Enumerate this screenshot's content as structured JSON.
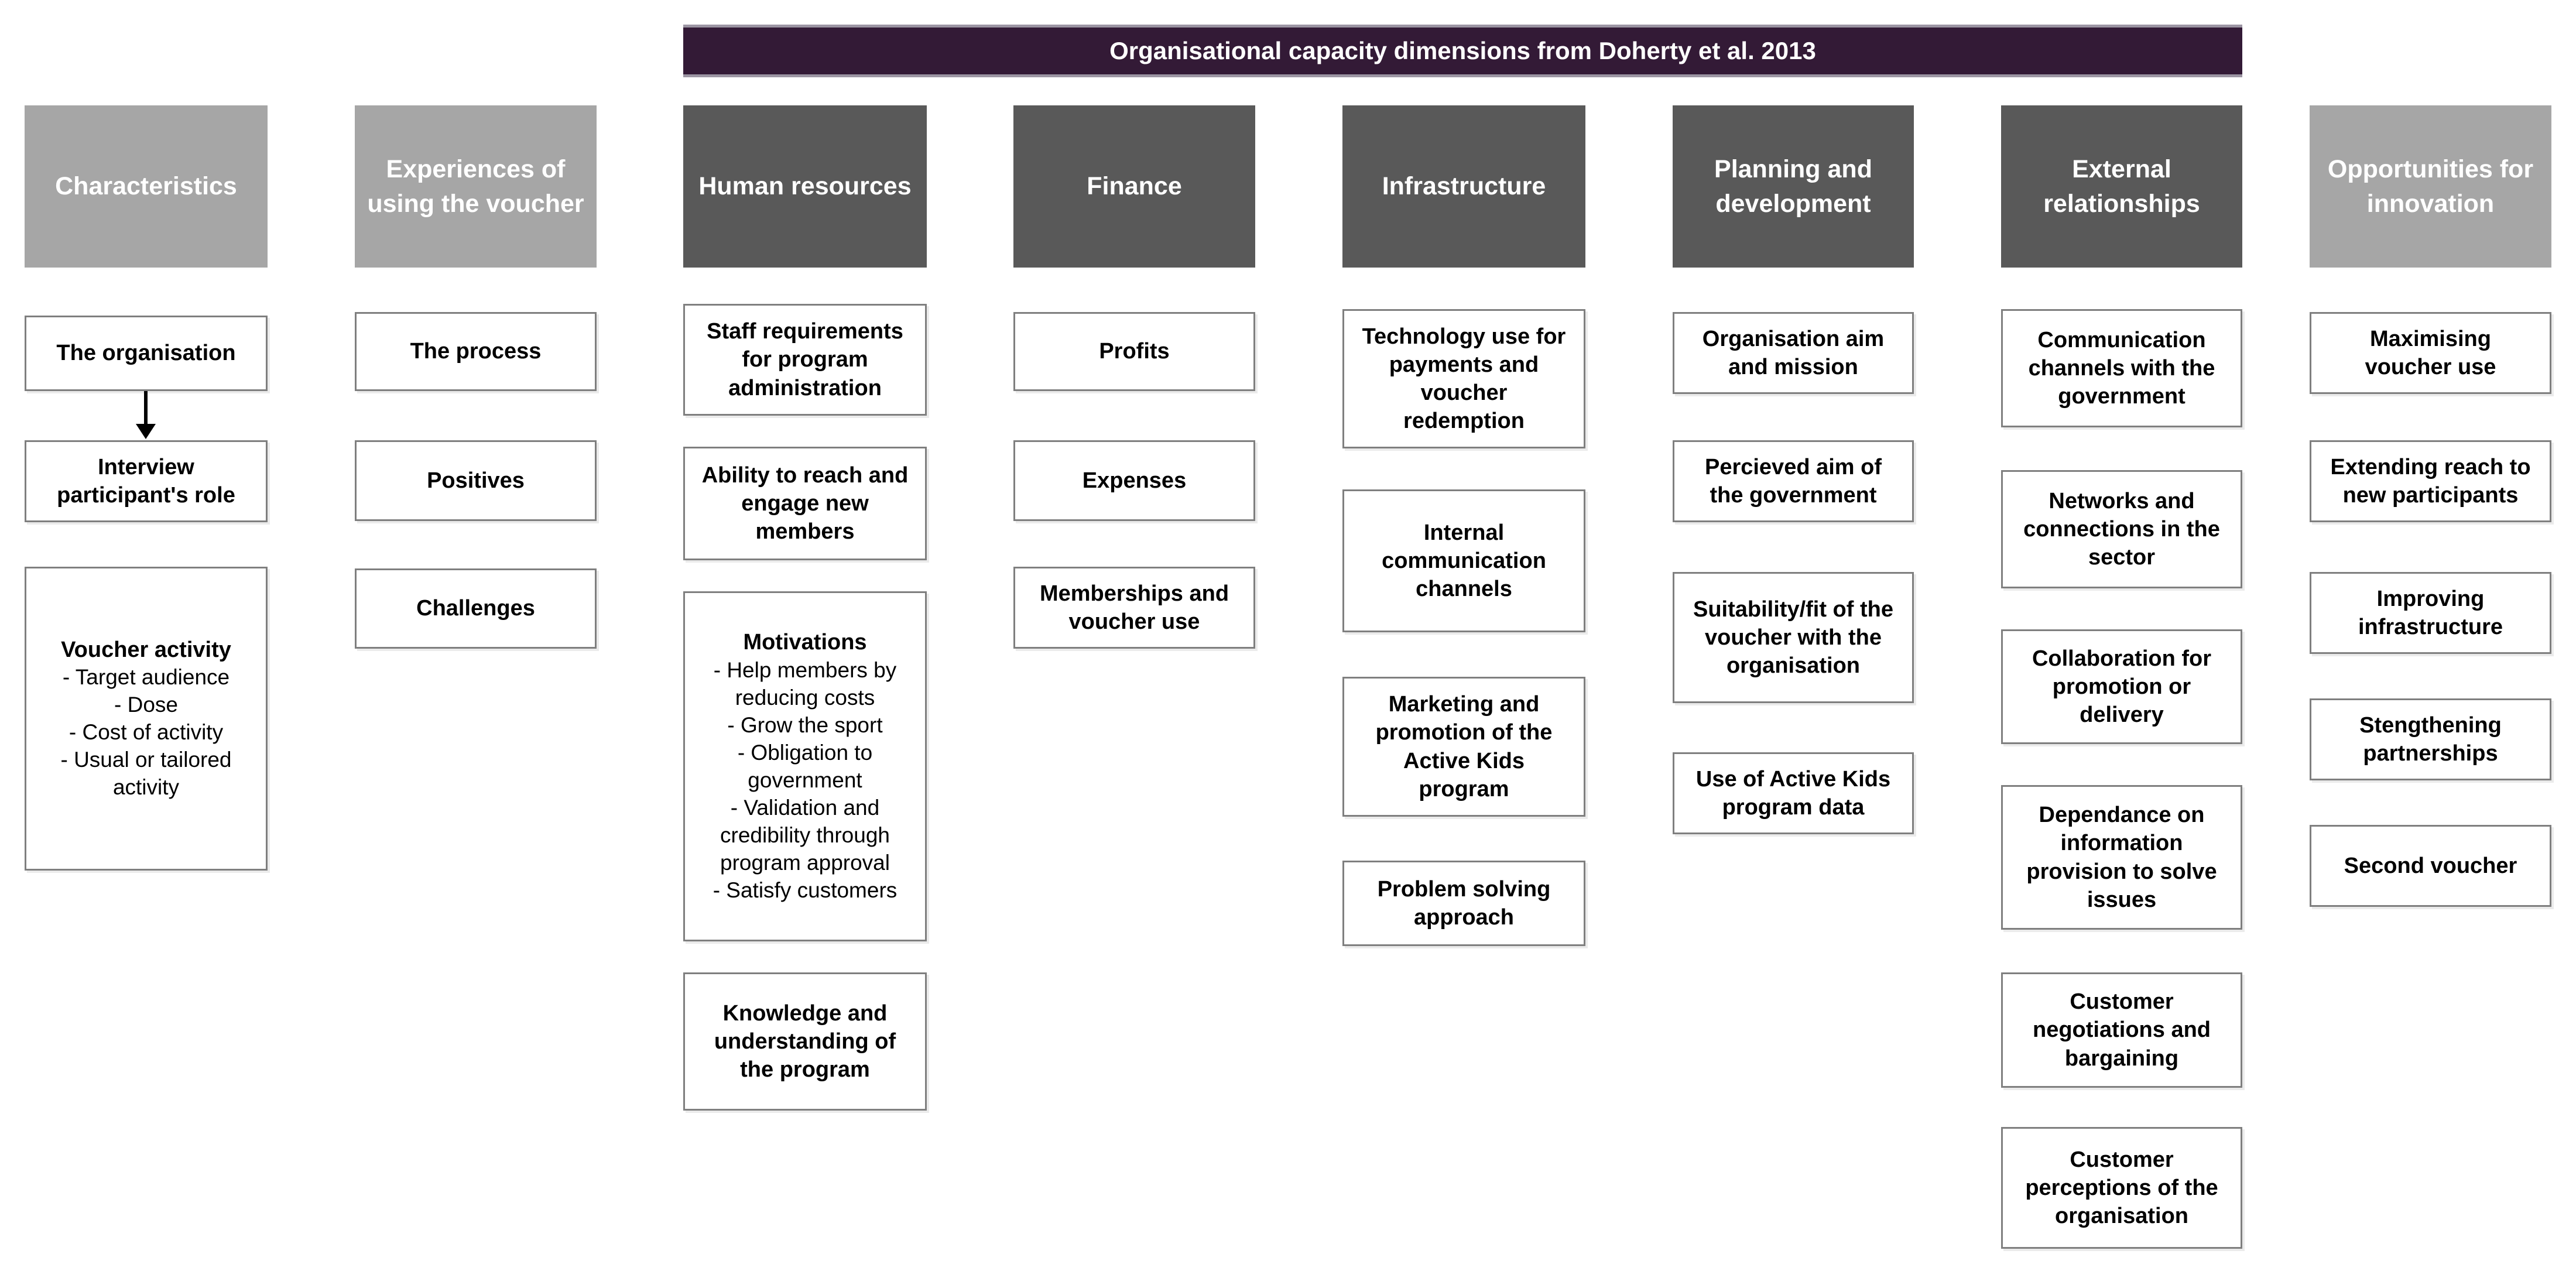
{
  "banner": {
    "text": "Organisational capacity dimensions from Doherty et al. 2013"
  },
  "colors": {
    "banner_bg": "#331a36",
    "banner_edge": "#9c95a3",
    "banner_text": "#ffffff",
    "header_light_bg": "#a6a6a6",
    "header_dark_bg": "#595959",
    "header_text": "#ffffff",
    "box_bg": "#ffffff",
    "box_border": "#7f7f7f",
    "box_text": "#000000",
    "arrow": "#000000",
    "page_bg": "#ffffff"
  },
  "columns": [
    {
      "header": "Characteristics",
      "shade": "light",
      "boxes": [
        {
          "label": "The organisation"
        },
        {
          "label": "Interview\nparticipant's role"
        },
        {
          "title": "Voucher activity",
          "body": "- Target audience\n- Dose\n- Cost of activity\n- Usual or tailored\nactivity"
        }
      ]
    },
    {
      "header": "Experiences of\nusing the voucher",
      "shade": "light",
      "boxes": [
        {
          "label": "The process"
        },
        {
          "label": "Positives"
        },
        {
          "label": "Challenges"
        }
      ]
    },
    {
      "header": "Human resources",
      "shade": "dark",
      "boxes": [
        {
          "label": "Staff requirements\nfor program\nadministration"
        },
        {
          "label": "Ability to reach and\nengage new\nmembers"
        },
        {
          "title": "Motivations",
          "body": "- Help members by\nreducing costs\n- Grow the sport\n- Obligation to\ngovernment\n- Validation and\ncredibility through\nprogram approval\n- Satisfy customers"
        },
        {
          "label": "Knowledge and\nunderstanding of\nthe program"
        }
      ]
    },
    {
      "header": "Finance",
      "shade": "dark",
      "boxes": [
        {
          "label": "Profits"
        },
        {
          "label": "Expenses"
        },
        {
          "label": "Memberships and\nvoucher use"
        }
      ]
    },
    {
      "header": "Infrastructure",
      "shade": "dark",
      "boxes": [
        {
          "label": "Technology use for\npayments and\nvoucher\nredemption"
        },
        {
          "label": "Internal\ncommunication\nchannels"
        },
        {
          "label": "Marketing and\npromotion of the\nActive Kids\nprogram"
        },
        {
          "label": "Problem solving\napproach"
        }
      ]
    },
    {
      "header": "Planning and\ndevelopment",
      "shade": "dark",
      "boxes": [
        {
          "label": "Organisation aim\nand mission"
        },
        {
          "label": "Percieved aim of\nthe government"
        },
        {
          "label": "Suitability/fit of the\nvoucher with the\norganisation"
        },
        {
          "label": "Use of Active Kids\nprogram data"
        }
      ]
    },
    {
      "header": "External\nrelationships",
      "shade": "dark",
      "boxes": [
        {
          "label": "Communication\nchannels with the\ngovernment"
        },
        {
          "label": "Networks and\nconnections in the\nsector"
        },
        {
          "label": "Collaboration for\npromotion or\ndelivery"
        },
        {
          "label": "Dependance on\ninformation\nprovision to solve\nissues"
        },
        {
          "label": "Customer\nnegotiations and\nbargaining"
        },
        {
          "label": "Customer\nperceptions of the\norganisation"
        }
      ]
    },
    {
      "header": "Opportunities for\ninnovation",
      "shade": "light",
      "boxes": [
        {
          "label": "Maximising\nvoucher use"
        },
        {
          "label": "Extending reach to\nnew participants"
        },
        {
          "label": "Improving\ninfrastructure"
        },
        {
          "label": "Stengthening\npartnerships"
        },
        {
          "label": "Second voucher"
        }
      ]
    }
  ]
}
